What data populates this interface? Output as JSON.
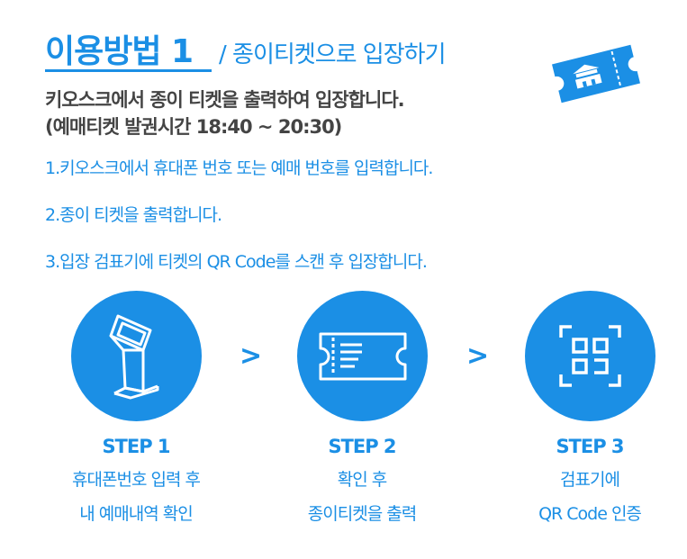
{
  "header": {
    "title": "이용방법 1",
    "subtitle": "/ 종이티켓으로 입장하기"
  },
  "headline": {
    "line1": "키오스크에서  종이 티켓을 출력하여 입장합니다.",
    "line2": "(예매티켓 발권시간 18:40 ~ 20:30)"
  },
  "instructions": [
    "1.키오스크에서  휴대폰 번호 또는 예매 번호를 입력합니다.",
    "2.종이 티켓을 출력합니다.",
    "3.입장 검표기에  티켓의 QR Code를 스캔 후  입장합니다."
  ],
  "steps": [
    {
      "title": "STEP 1",
      "desc1": "휴대폰번호 입력 후",
      "desc2": "내 예매내역 확인",
      "icon": "kiosk-icon"
    },
    {
      "title": "STEP 2",
      "desc1": "확인 후",
      "desc2": "종이티켓을 출력",
      "icon": "ticket-icon"
    },
    {
      "title": "STEP 3",
      "desc1": "검표기에",
      "desc2": "QR Code 인증",
      "icon": "qr-scan-icon"
    }
  ],
  "arrow": ">",
  "colors": {
    "accent": "#1b8fe5",
    "text": "#444444"
  }
}
